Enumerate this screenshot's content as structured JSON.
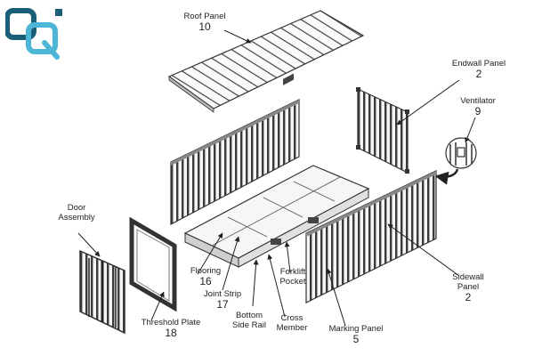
{
  "labels": {
    "roof_panel": {
      "name": "Roof Panel",
      "number": "10"
    },
    "endwall_panel": {
      "name": "Endwall Panel",
      "number": "2"
    },
    "ventilator": {
      "name": "Ventilator",
      "number": "9"
    },
    "door_assembly": {
      "line1": "Door",
      "line2": "Assembly"
    },
    "flooring": {
      "name": "Flooring",
      "number": "16"
    },
    "joint_strip": {
      "name": "Joint Strip",
      "number": "17"
    },
    "bottom_side_rail": {
      "line1": "Bottom",
      "line2": "Side Rail"
    },
    "forklift_pocket": {
      "line1": "Forklift",
      "line2": "Pocket"
    },
    "cross_member": {
      "line1": "Cross",
      "line2": "Member"
    },
    "sidewall_panel": {
      "line1": "Sidewall",
      "line2": "Panel",
      "number": "2"
    },
    "marking_panel": {
      "name": "Marking Panel",
      "number": "5"
    },
    "threshold_plate": {
      "name": "Threshold Plate",
      "number": "18"
    }
  },
  "colors": {
    "line": "#333333",
    "panel": "#f2f2f2",
    "logo_dark": "#1b5e7a",
    "logo_light": "#4db6d6"
  }
}
